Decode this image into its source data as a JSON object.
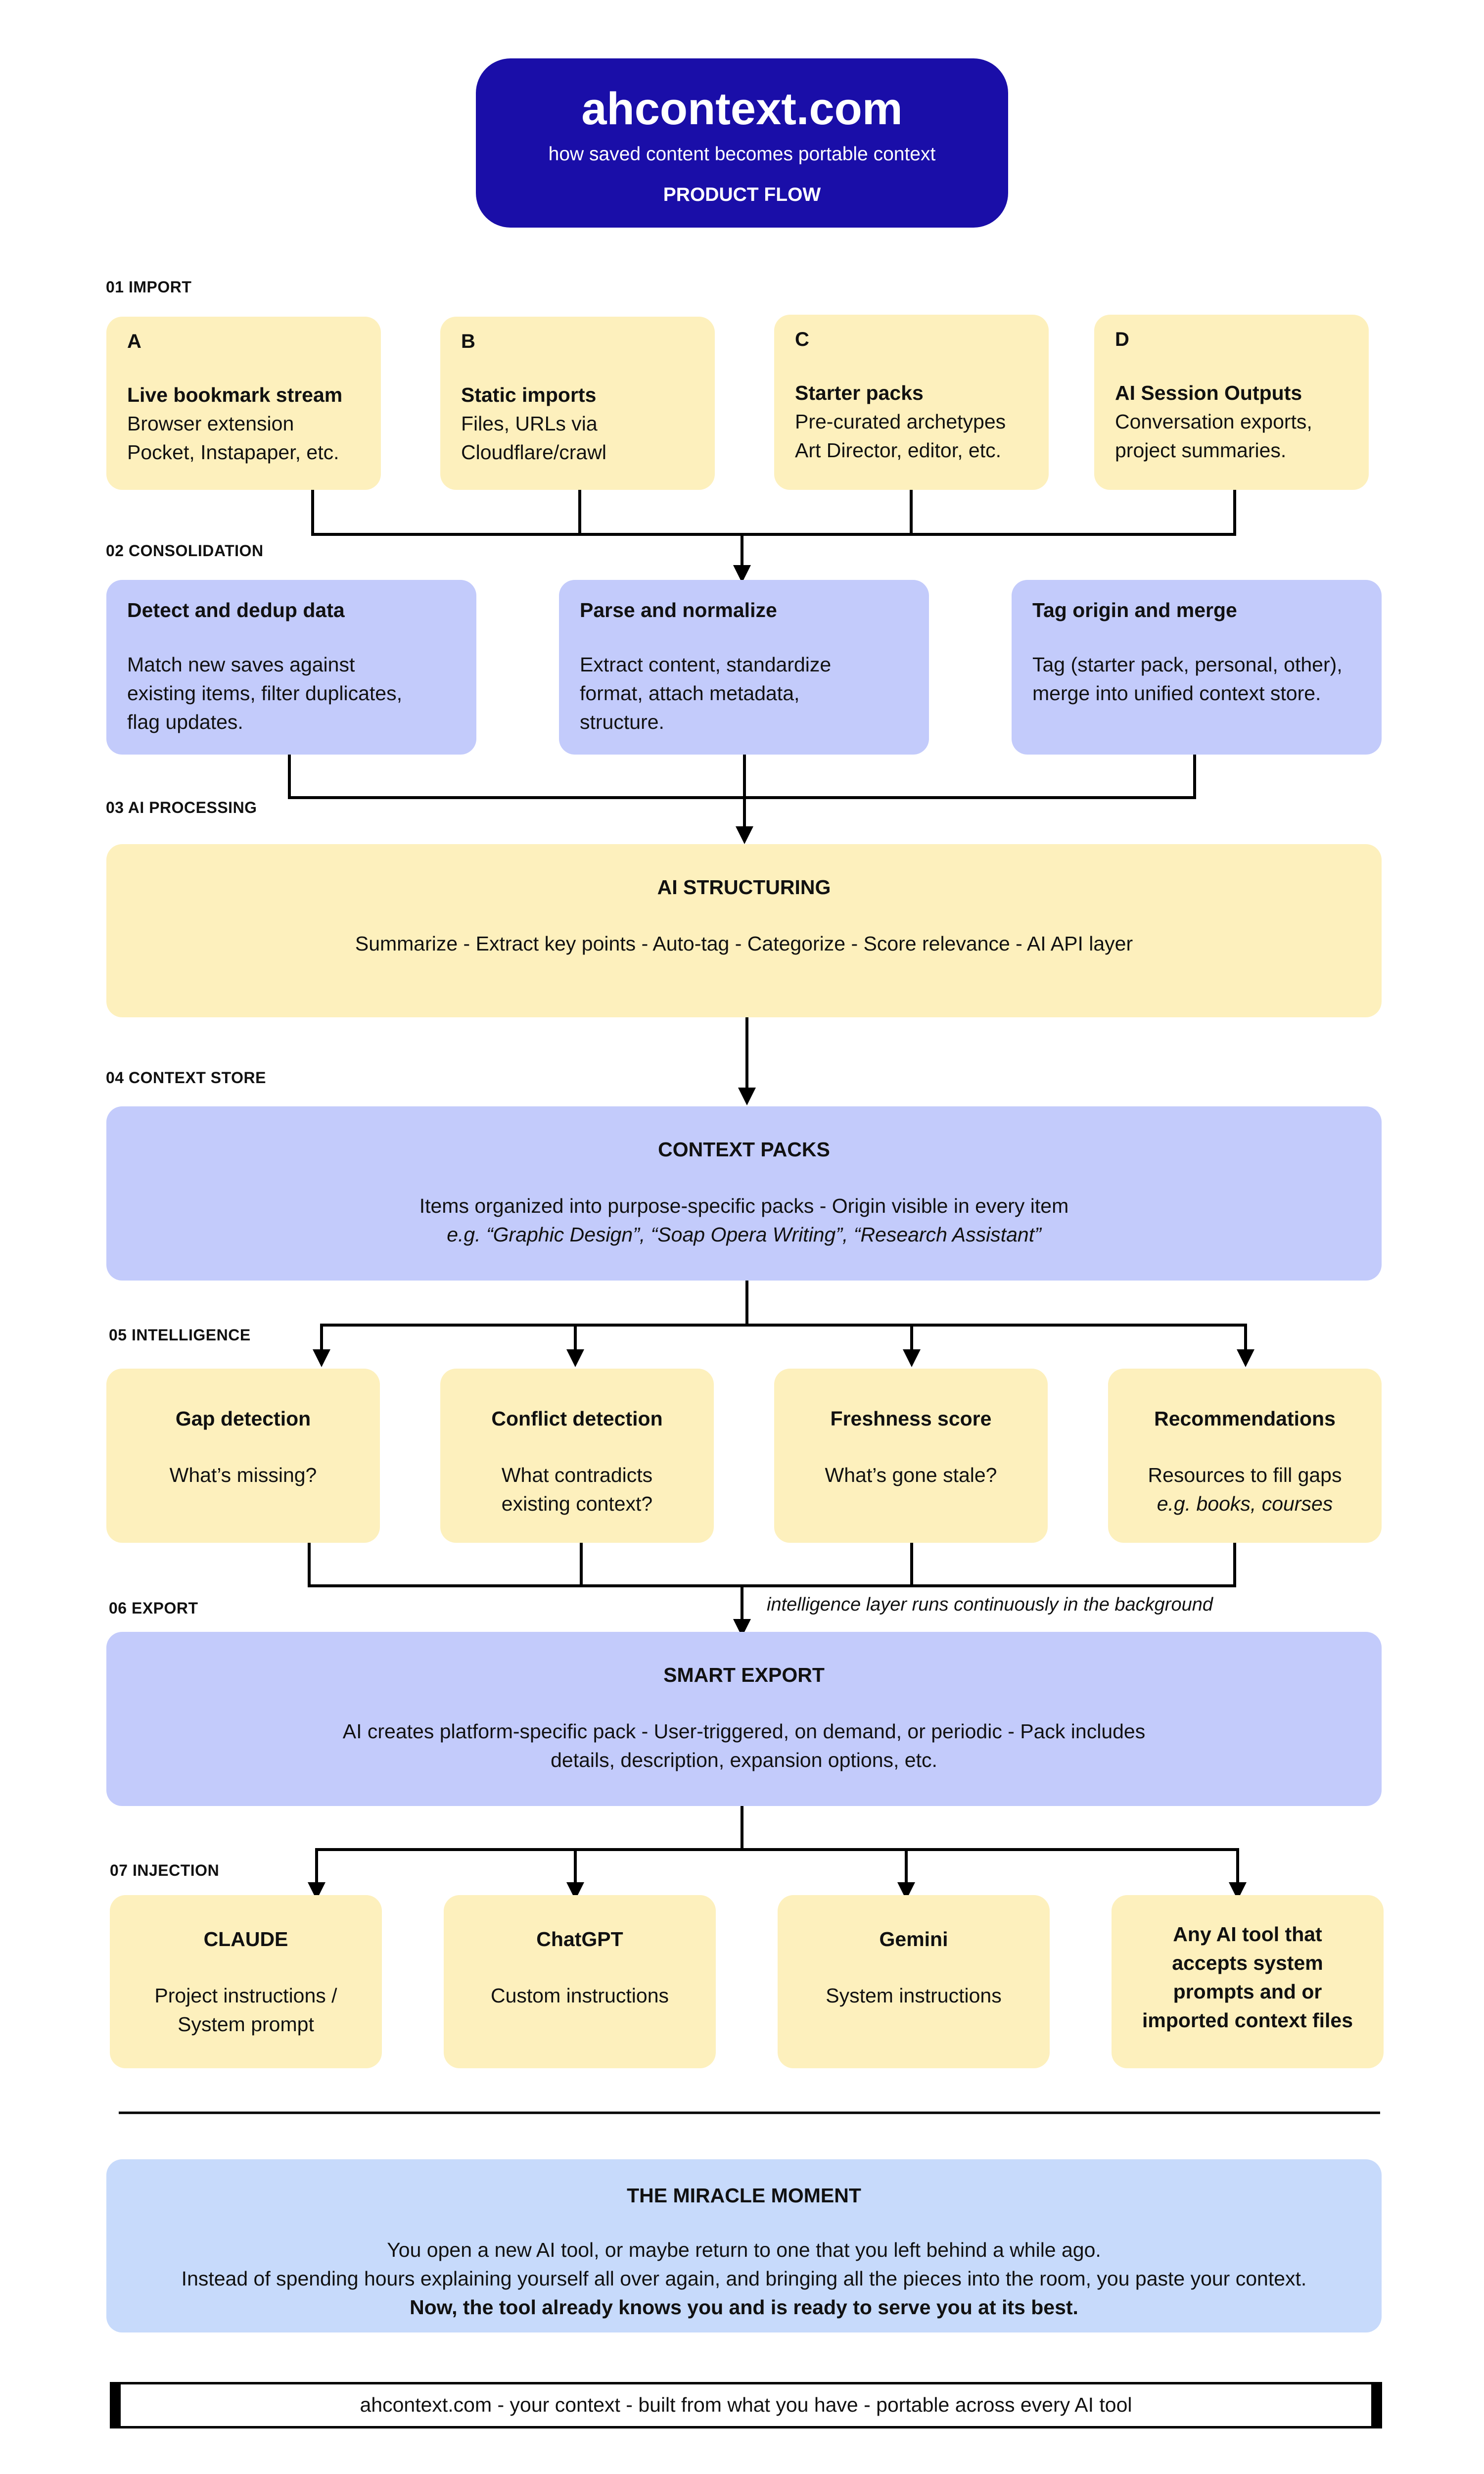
{
  "header": {
    "title": "ahcontext.com",
    "subtitle": "how saved content becomes portable context",
    "tag": "PRODUCT FLOW"
  },
  "sections": {
    "s1": "01 IMPORT",
    "s2": "02 CONSOLIDATION",
    "s3": "03 AI PROCESSING",
    "s4": "04 CONTEXT STORE",
    "s5": "05 INTELLIGENCE",
    "s6": "06 EXPORT",
    "s7": "07 INJECTION"
  },
  "import": {
    "a": {
      "letter": "A",
      "title": "Live bookmark stream",
      "line1": "Browser extension",
      "line2": "Pocket, Instapaper, etc."
    },
    "b": {
      "letter": "B",
      "title": "Static imports",
      "line1": "Files, URLs via",
      "line2": "Cloudflare/crawl"
    },
    "c": {
      "letter": "C",
      "title": "Starter packs",
      "line1": "Pre-curated archetypes",
      "line2": "Art Director, editor, etc."
    },
    "d": {
      "letter": "D",
      "title": "AI Session Outputs",
      "line1": "Conversation exports,",
      "line2": "project summaries."
    }
  },
  "consolidation": {
    "dedup": {
      "title": "Detect and dedup data",
      "line1": "Match new saves against",
      "line2": "existing items, filter duplicates,",
      "line3": "flag updates."
    },
    "parse": {
      "title": "Parse and normalize",
      "line1": "Extract content, standardize",
      "line2": "format, attach metadata,",
      "line3": "structure."
    },
    "tag": {
      "title": "Tag origin and merge",
      "line1": "Tag (starter pack, personal, other),",
      "line2": "merge into unified context store."
    }
  },
  "ai_processing": {
    "title": "AI STRUCTURING",
    "text": "Summarize - Extract key points - Auto-tag - Categorize - Score relevance - AI API layer"
  },
  "context_store": {
    "title": "CONTEXT PACKS",
    "line1": "Items organized into purpose-specific packs - Origin visible in every item",
    "line2": "e.g. “Graphic Design”, “Soap Opera Writing”, “Research Assistant”"
  },
  "intelligence": {
    "gap": {
      "title": "Gap detection",
      "line1": "What’s missing?"
    },
    "conflict": {
      "title": "Conflict detection",
      "line1": "What contradicts",
      "line2": "existing context?"
    },
    "fresh": {
      "title": "Freshness score",
      "line1": "What’s gone stale?"
    },
    "rec": {
      "title": "Recommendations",
      "line1": "Resources to fill gaps",
      "line2": "e.g. books, courses"
    }
  },
  "export": {
    "note": "intelligence layer runs continuously in the background",
    "title": "SMART EXPORT",
    "line1": "AI creates platform-specific pack - User-triggered, on demand, or periodic - Pack includes",
    "line2": "details, description, expansion options, etc."
  },
  "injection": {
    "claude": {
      "title": "CLAUDE",
      "line1": "Project instructions /",
      "line2": "System prompt"
    },
    "chatgpt": {
      "title": "ChatGPT",
      "line1": "Custom instructions"
    },
    "gemini": {
      "title": "Gemini",
      "line1": "System instructions"
    },
    "any": {
      "line1": "Any AI tool that",
      "line2": "accepts system",
      "line3": "prompts and or",
      "line4": "imported context files"
    }
  },
  "miracle": {
    "title": "THE MIRACLE MOMENT",
    "line1": "You open a new AI tool, or maybe return to one that you left behind a while ago.",
    "line2": "Instead of spending hours explaining yourself all over again, and bringing all the pieces into the room, you paste your context.",
    "line3": "Now, the tool already knows you and is ready to serve you at its best."
  },
  "footer": {
    "text": "ahcontext.com - your context - built from what you have - portable across every AI tool"
  }
}
